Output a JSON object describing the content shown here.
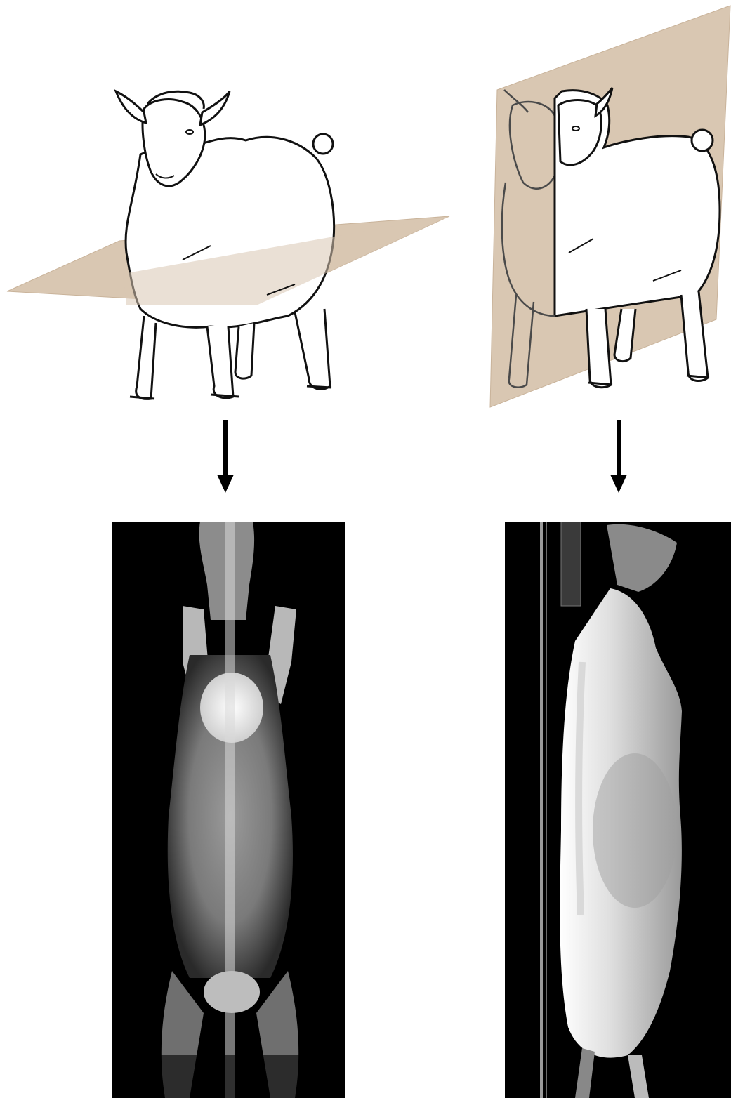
{
  "figure": {
    "views": [
      {
        "plane": "horizontal",
        "illustration_icon": "sheep-horizontal-plane-icon",
        "radiograph": "dorsoventral-xray"
      },
      {
        "plane": "sagittal",
        "illustration_icon": "sheep-sagittal-plane-icon",
        "radiograph": "lateral-xray"
      }
    ],
    "colors": {
      "plane_fill": "#d9c7b2",
      "outline": "#111111",
      "xray_background": "#000000",
      "bone": "#f2f2f2"
    }
  }
}
